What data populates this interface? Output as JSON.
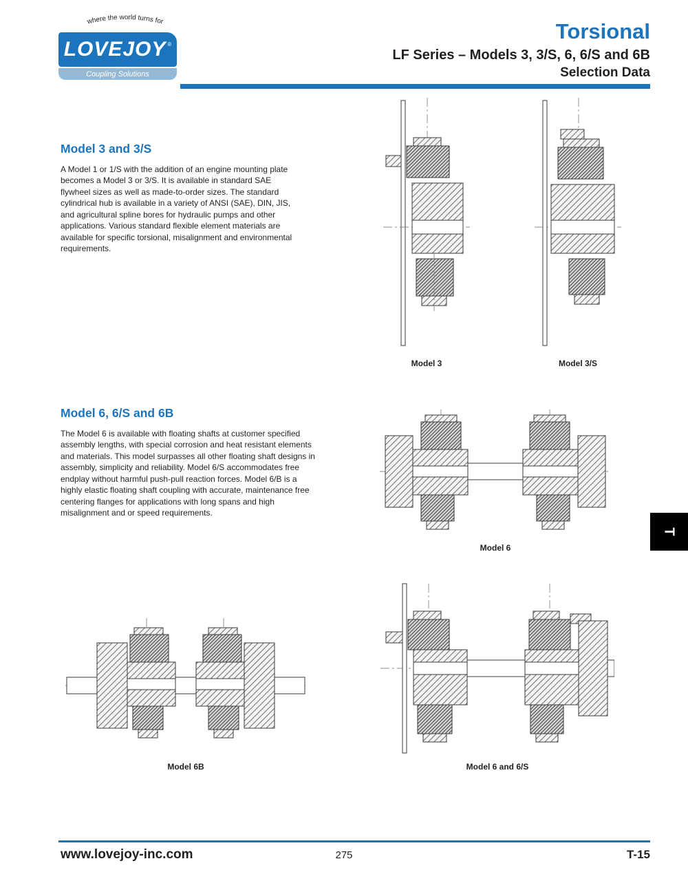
{
  "header": {
    "tagline": "where the world turns for",
    "brand": "LOVEJOY",
    "reg": "®",
    "brand_sub": "Coupling Solutions",
    "title": "Torsional",
    "subtitle": "LF Series – Models 3, 3/S, 6, 6/S and 6B",
    "subtitle2": "Selection Data"
  },
  "sections": [
    {
      "heading": "Model 3 and 3/S",
      "body": "A Model 1 or 1/S with the addition of an engine mounting plate becomes a Model 3 or 3/S. It is available in standard SAE flywheel sizes as well as made-to-order sizes. The standard cylindrical hub is available in a variety of ANSI (SAE), DIN, JIS, and agricultural spline bores for hydraulic pumps and other applications. Various standard flexible element materials are available for specific torsional, misalignment and environmental requirements."
    },
    {
      "heading": "Model 6, 6/S and 6B",
      "body": "The Model 6 is available with floating shafts at customer specified assembly lengths, with special corrosion and heat resistant elements and materials. This model surpasses all other floating shaft designs in assembly, simplicity and reliability. Model 6/S accommodates free endplay without harmful push-pull reaction forces. Model 6/B is a highly elastic floating shaft coupling with accurate, maintenance free centering flanges for applications with long spans and high misalignment and or speed requirements."
    }
  ],
  "figures": {
    "model3": "Model 3",
    "model3s": "Model 3/S",
    "model6": "Model 6",
    "model6b": "Model 6B",
    "model6_6s": "Model 6 and 6/S"
  },
  "side_tab": "T",
  "footer": {
    "website": "www.lovejoy-inc.com",
    "page_number": "275",
    "page_code": "T-15"
  },
  "colors": {
    "brand_blue": "#1c75bc",
    "tab_black": "#000000"
  }
}
